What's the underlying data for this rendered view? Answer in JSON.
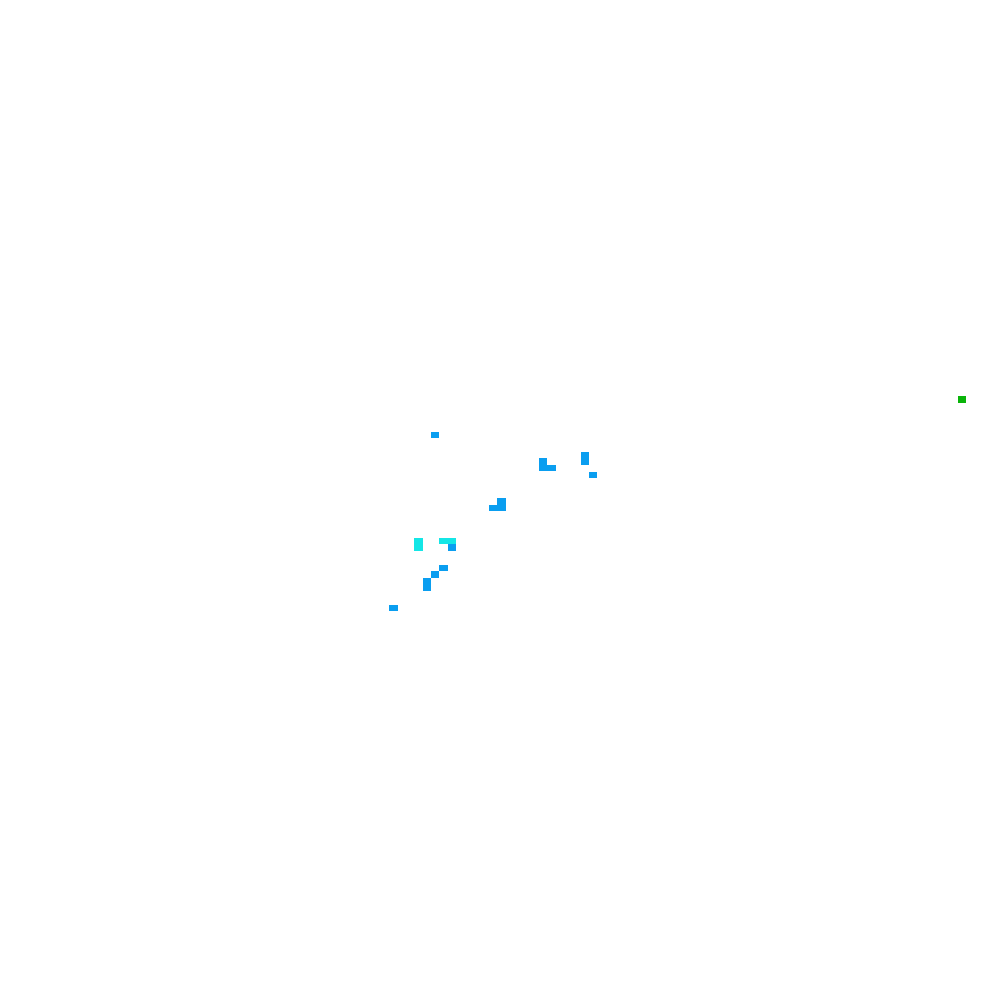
{
  "palette": {
    "background": "#ffffff",
    "blue": "#0a9ef0",
    "cyan": "#14e6e6",
    "green": "#0ab40a"
  },
  "cell_colors": [
    "green",
    "blue",
    "blue",
    "blue",
    "blue",
    "blue",
    "blue",
    "blue",
    "cyan",
    "cyan",
    "blue",
    "blue",
    "blue",
    "blue",
    "blue",
    "blue",
    "blue",
    "blue",
    "blue"
  ]
}
